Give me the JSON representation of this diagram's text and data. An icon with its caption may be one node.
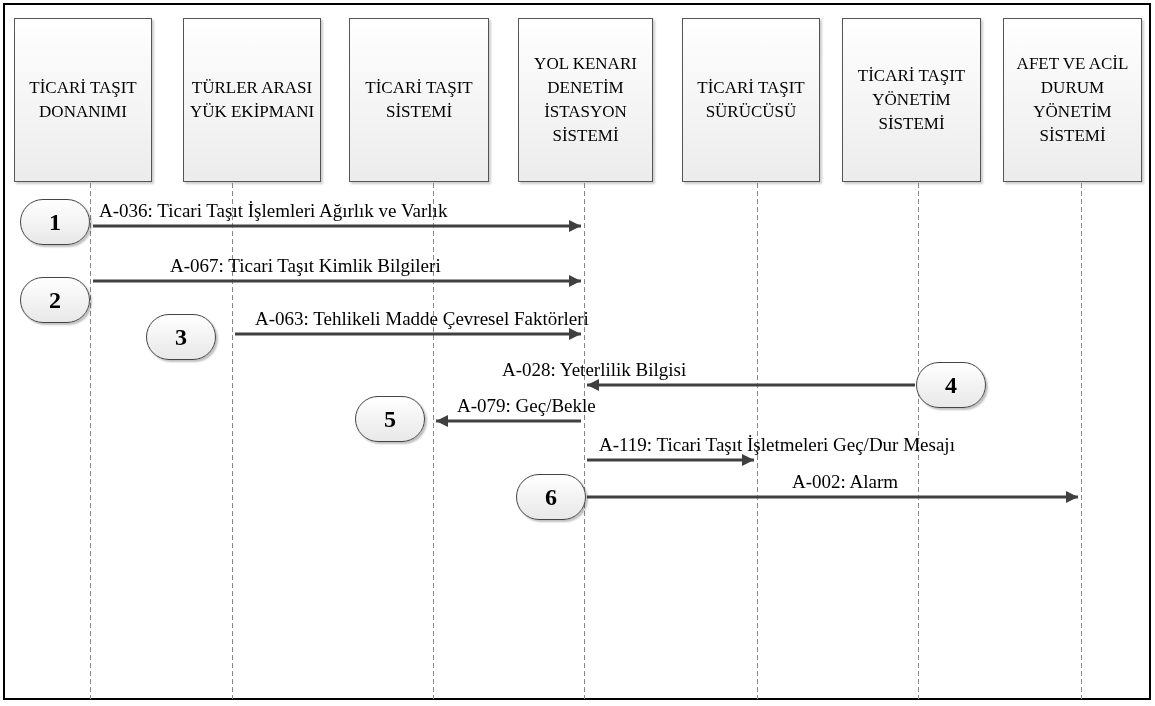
{
  "diagram": {
    "nodes": [
      {
        "text": [
          "TİCARİ TAŞIT DONANIMI"
        ]
      },
      {
        "text": [
          "TÜRLER ARASI YÜK EKİPMANI"
        ]
      },
      {
        "text": [
          "TİCARİ TAŞIT SİSTEMİ"
        ]
      },
      {
        "text": [
          "YOL KENARI DENETİM İSTASYON SİSTEMİ"
        ]
      },
      {
        "text": [
          "TİCARİ TAŞIT SÜRÜCÜSÜ"
        ]
      },
      {
        "text": [
          "TİCARİ TAŞIT YÖNETİM SİSTEMİ"
        ]
      },
      {
        "text": [
          "AFET VE ACİL DURUM YÖNETİM SİSTEMİ"
        ]
      },
      {
        "text": [],
        "shape": "line"
      },
      {
        "text": [],
        "shape": "line"
      },
      {
        "text": [],
        "shape": "line"
      },
      {
        "text": [],
        "shape": "line"
      },
      {
        "text": [],
        "shape": "line"
      },
      {
        "text": [],
        "shape": "line"
      },
      {
        "text": [],
        "shape": "line"
      },
      {
        "text": [
          "1"
        ]
      },
      {
        "text": [
          "2"
        ]
      },
      {
        "text": [
          "3"
        ]
      },
      {
        "text": [
          "4"
        ]
      },
      {
        "text": [
          "5"
        ]
      },
      {
        "text": [
          "6"
        ]
      }
    ],
    "edges": [
      {
        "from": 7,
        "to": 10,
        "arrow": "to",
        "label": "A-036: Ticari Taşıt İşlemleri Ağırlık ve Varlık"
      },
      {
        "from": 7,
        "to": 10,
        "arrow": "to",
        "label": "A-067: Ticari Taşıt Kimlik Bilgileri"
      },
      {
        "from": 8,
        "to": 10,
        "arrow": "to",
        "label": "A-063: Tehlikeli Madde Çevresel Faktörleri"
      },
      {
        "from": 12,
        "to": 10,
        "arrow": "to",
        "label": "A-028: Yeterlilik Bilgisi"
      },
      {
        "from": 10,
        "to": 9,
        "arrow": "to",
        "label": "A-079: Geç/Bekle"
      },
      {
        "from": 10,
        "to": 11,
        "arrow": "to",
        "label": "A-119: Ticari Taşıt İşletmeleri Geç/Dur Mesajı"
      },
      {
        "from": 10,
        "to": 13,
        "arrow": "to",
        "label": "A-002: Alarm"
      }
    ]
  }
}
